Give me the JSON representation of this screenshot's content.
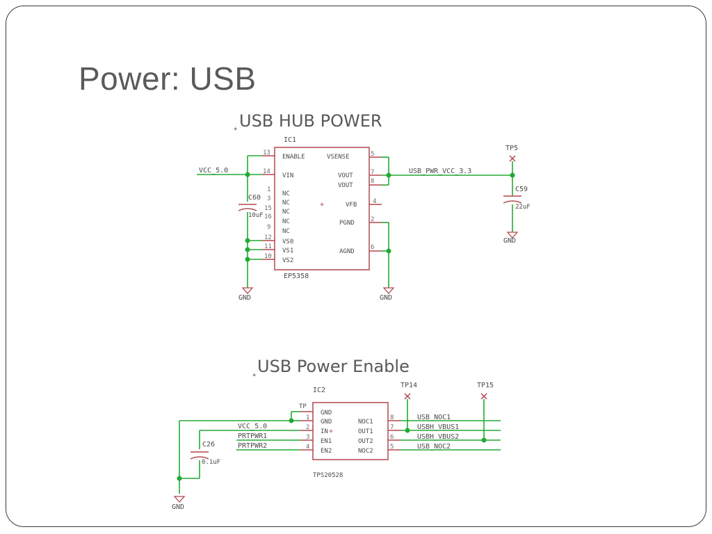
{
  "slide": {
    "title": "Power: USB"
  },
  "hub": {
    "title": "USB HUB POWER",
    "ic_ref": "IC1",
    "ic_part": "EP5358",
    "left_pins": [
      {
        "num": "13",
        "name": "ENABLE"
      },
      {
        "num": "14",
        "name": "VIN"
      },
      {
        "num": "1",
        "name": "NC"
      },
      {
        "num": "3",
        "name": "NC"
      },
      {
        "num": "15",
        "name": "NC"
      },
      {
        "num": "16",
        "name": "NC"
      },
      {
        "num": "9",
        "name": "NC"
      },
      {
        "num": "12",
        "name": "VS0"
      },
      {
        "num": "11",
        "name": "VS1"
      },
      {
        "num": "10",
        "name": "VS2"
      }
    ],
    "right_pins": [
      {
        "num": "5",
        "name": "VSENSE"
      },
      {
        "num": "7",
        "name": "VOUT"
      },
      {
        "num": "8",
        "name": "VOUT"
      },
      {
        "num": "4",
        "name": "VFB"
      },
      {
        "num": "2",
        "name": "PGND"
      },
      {
        "num": "6",
        "name": "AGND"
      }
    ],
    "net_in": "VCC_5.0",
    "net_out": "USB_PWR_VCC_3.3",
    "cap_in_ref": "C60",
    "cap_in_val": "10uF",
    "cap_out_ref": "C59",
    "cap_out_val": "22uF",
    "tp_ref": "TP5",
    "gnd_labels": [
      "GND",
      "GND",
      "GND"
    ]
  },
  "enable": {
    "title": "USB Power Enable",
    "ic_ref": "IC2",
    "ic_part": "TPS20528",
    "left_pins": [
      {
        "num": "",
        "name": "GND"
      },
      {
        "num": "1",
        "name": "GND"
      },
      {
        "num": "2",
        "name": "IN"
      },
      {
        "num": "3",
        "name": "EN1"
      },
      {
        "num": "4",
        "name": "EN2"
      }
    ],
    "right_pins": [
      {
        "num": "8",
        "name": "NOC1"
      },
      {
        "num": "7",
        "name": "OUT1"
      },
      {
        "num": "6",
        "name": "OUT2"
      },
      {
        "num": "5",
        "name": "NOC2"
      }
    ],
    "tp_pin": "TP",
    "net_in": "VCC_5.0",
    "net_en1": "PRTPWR1",
    "net_en2": "PRTPWR2",
    "net_noc1": "USB_NOC1",
    "net_vbus1": "USBH_VBUS1",
    "net_vbus2": "USBH_VBUS2",
    "net_noc2": "USB_NOC2",
    "cap_ref": "C26",
    "cap_val": "0.1uF",
    "tp14": "TP14",
    "tp15": "TP15",
    "gnd_label": "GND"
  }
}
